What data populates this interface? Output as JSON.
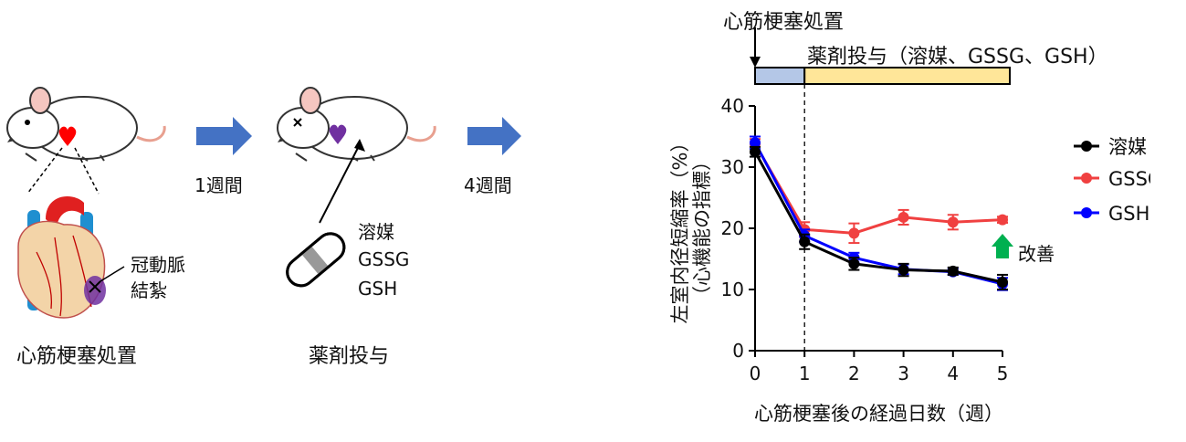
{
  "schematic": {
    "step1_label": "心筋梗塞処置",
    "interval1": "1週間",
    "step2_label": "薬剤投与",
    "interval2": "4週間",
    "ligation_label": [
      "冠動脈",
      "結紮"
    ],
    "drugs": [
      "溶媒",
      "GSSG",
      "GSH"
    ]
  },
  "timeline": {
    "mi_label": "心筋梗塞処置",
    "dosing_label": "薬剤投与（溶媒、GSSG、GSH）",
    "pre_color": "#b4c7e7",
    "dosing_color": "#ffe699"
  },
  "improvement_label": "改善",
  "colors": {
    "arrow_blue": "#4472c4",
    "improve_green": "#00b050",
    "heart_red": "#ff0000",
    "heart_purple": "#7030a0"
  },
  "chart_data": {
    "type": "line",
    "xlabel": "心筋梗塞後の経過日数（週）",
    "ylabel": [
      "左室内径短縮率（%）",
      "（心機能の指標）"
    ],
    "x": [
      0,
      1,
      2,
      3,
      4,
      5
    ],
    "xlim": [
      0,
      5
    ],
    "ylim": [
      0,
      40
    ],
    "yticks": [
      0,
      10,
      20,
      30,
      40
    ],
    "xticks": [
      0,
      1,
      2,
      3,
      4,
      5
    ],
    "grid": false,
    "legend_position": "right",
    "vline_x": 1,
    "series": [
      {
        "name": "溶媒",
        "color": "#000000",
        "values": [
          32.5,
          17.8,
          14.2,
          13.2,
          13.0,
          11.2
        ],
        "errors": [
          0.8,
          1.2,
          1.0,
          1.0,
          0.6,
          1.2
        ]
      },
      {
        "name": "GSSG",
        "color": "#f04040",
        "values": [
          33.8,
          19.8,
          19.2,
          21.8,
          21.0,
          21.4
        ],
        "errors": [
          0.8,
          1.2,
          1.6,
          1.2,
          1.2,
          0.5
        ]
      },
      {
        "name": "GSH",
        "color": "#0000ff",
        "values": [
          34.0,
          18.8,
          15.2,
          13.3,
          12.9,
          10.9
        ],
        "errors": [
          1.0,
          1.0,
          0.8,
          0.8,
          0.5,
          1.0
        ]
      }
    ]
  }
}
